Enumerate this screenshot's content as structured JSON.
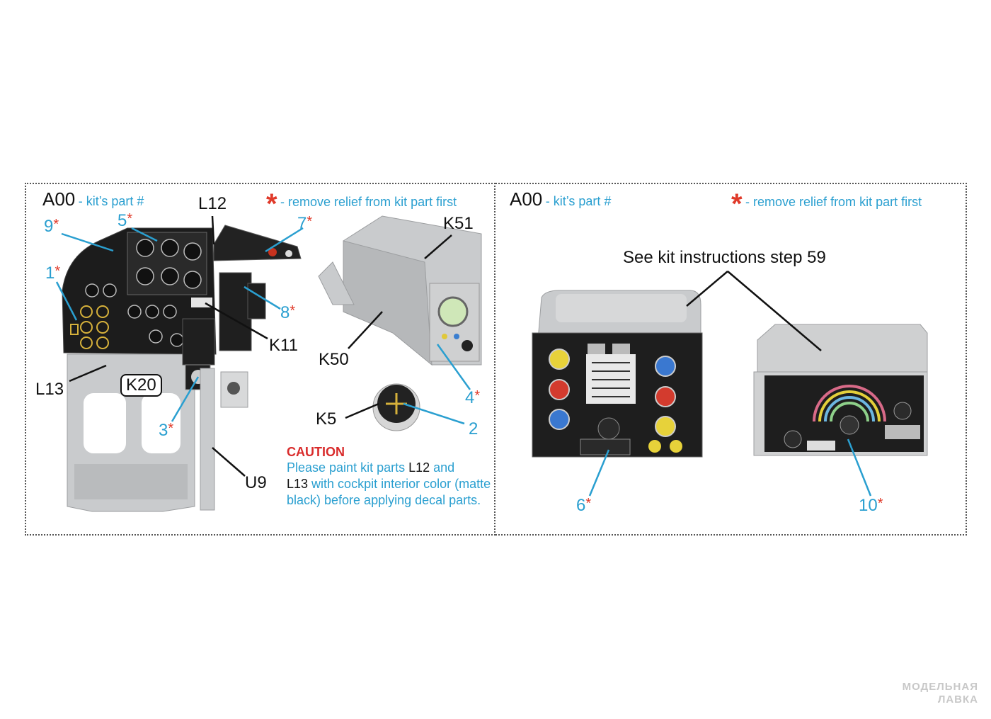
{
  "left_panel": {
    "header_code": "A00",
    "header_sub": "- kit’s part #",
    "legend_symbol": "*",
    "legend_text": "- remove relief from kit part first",
    "labels": {
      "L12": "L12",
      "L13": "L13",
      "K20": "K20",
      "K11": "K11",
      "K50": "K50",
      "K51": "K51",
      "K5": "K5",
      "U9": "U9"
    },
    "callouts": {
      "n1": "1",
      "n2": "2",
      "n3": "3",
      "n4": "4",
      "n5": "5",
      "n7": "7",
      "n8": "8",
      "n9": "9",
      "star": "*"
    },
    "caution": {
      "title": "CAUTION",
      "p1": "Please paint kit parts ",
      "k1": "L12",
      "p2": " and",
      "k2": "L13",
      "p3": " with cockpit interior color (matte black) before applying decal parts."
    }
  },
  "right_panel": {
    "header_code": "A00",
    "header_sub": "- kit’s part #",
    "legend_symbol": "*",
    "legend_text": "- remove relief from kit part first",
    "note": "See kit instructions step 59",
    "callouts": {
      "n6": "6",
      "n10": "10",
      "star": "*"
    }
  },
  "watermark": {
    "line1": "МОДЕЛЬНАЯ",
    "line2": "ЛАВКА"
  },
  "colors": {
    "accent_blue": "#2a9fd0",
    "star_red": "#e03a2a",
    "caution_red": "#d92b2b",
    "plastic_grey": "#c9cbcd",
    "panel_black": "#1c1c1c"
  }
}
